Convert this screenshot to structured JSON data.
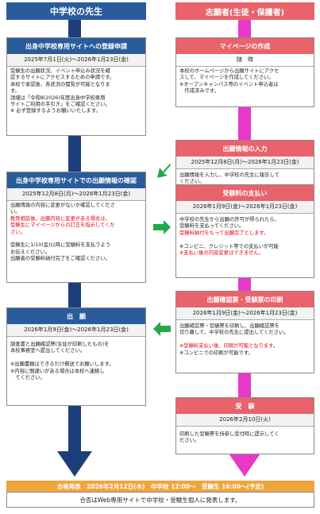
{
  "headers": {
    "left": "中学校の先生",
    "right": "志願者(生徒・保護者)"
  },
  "left": [
    {
      "title": "出身中学校専用サイトへの登録申請",
      "date": "2025年7月1日(火)～2026年1月23日(金)",
      "lines": [
        {
          "text": "受験生の出願状況、イベント申込み状況を確",
          "red": false
        },
        {
          "text": "認するサイトにアクセスするための申請です。",
          "red": false
        },
        {
          "text": "本校で承認後、各状況の閲覧が可能となりま",
          "red": false
        },
        {
          "text": "す。",
          "red": false
        },
        {
          "text": "詳細は「令和8(2026)年度出身中学校専用",
          "red": false
        },
        {
          "text": "サイトご利用の手引き」をご確認ください。",
          "red": false
        },
        {
          "text": "※ 必ず登録するようお願いいたします。",
          "red": false
        }
      ]
    },
    {
      "title": "出身中学校専用サイトでの出願情報の確認",
      "date": "2025年12月8日(月)～2026年1月23日(金)",
      "lines": [
        {
          "text": "出願情報の内容に変更がないか確認してくださ",
          "red": false
        },
        {
          "text": "い。",
          "red": false
        },
        {
          "text": "教育相談後、出願内容に変更がある場合は、",
          "red": true
        },
        {
          "text": "受験生にマイページからの訂正を指示してくだ",
          "red": true
        },
        {
          "text": "さい。",
          "red": true
        },
        {
          "text": "",
          "red": false
        },
        {
          "text": "受験生に1/10(金)以降に受験料を支払うよう",
          "red": false
        },
        {
          "text": "お伝えください。",
          "red": false
        },
        {
          "text": "出願者の受験料納付完了をご確認ください。",
          "red": false
        }
      ]
    },
    {
      "title": "出　願",
      "date": "2026年1月9日(金)～2026年1月23日(金)",
      "lines": [
        {
          "text": "調査書と出願確認票(生徒が印刷したもの)を",
          "red": false
        },
        {
          "text": "本校事務室へ提出してください。",
          "red": false
        },
        {
          "text": "",
          "red": false
        },
        {
          "text": "※出願書類はできるだけ郵送でお願いします。",
          "red": false
        },
        {
          "text": "※内容に間違いがある場合は本校へ連絡し",
          "red": false
        },
        {
          "text": "　てください。",
          "red": false
        }
      ]
    }
  ],
  "right": [
    {
      "title": "マイページの作成",
      "date": "随　時",
      "lines": [
        {
          "text": "本校のホームページから出願サイトにアクセ",
          "red": false
        },
        {
          "text": "スして、マイページを作成してください。",
          "red": false
        },
        {
          "text": "※オープンキャンパス等のイベント申込者は",
          "red": false
        },
        {
          "text": "　作成済みです。",
          "red": false
        }
      ]
    },
    {
      "title": "出願情報の入力",
      "date": "2025年12月8日(月)～2026年1月23日(金)",
      "lines": [
        {
          "text": "出願情報を入力し、中学校の先生に報告して",
          "red": false
        },
        {
          "text": "ください。",
          "red": false
        }
      ]
    },
    {
      "title": "受験料の支払い",
      "date": "2026年1月9日(金)～2026年1月23日(金)",
      "lines": [
        {
          "text": "中学校の先生から出願の許可が得られたら、",
          "red": false
        },
        {
          "text": "受験料を支払ってください。",
          "red": false
        },
        {
          "text": "受験料納付をもって出願完了とします。",
          "red": true
        },
        {
          "text": "",
          "red": false
        },
        {
          "text": "※コンビニ、クレジット等での支払いが可能",
          "red": false
        },
        {
          "text": "※支払い後の内容変更はできません。",
          "red": true
        }
      ]
    },
    {
      "title": "出願確認票・受験票の印刷",
      "date": "2026年1月9日(金)～2026年1月23日(金)",
      "lines": [
        {
          "text": "出願確認票・受験票を印刷し、出願確認票を",
          "red": false
        },
        {
          "text": "切り離して、中学校の先生に提出してください。",
          "red": false
        },
        {
          "text": "",
          "red": false
        },
        {
          "text": "※受験料支払い後、印刷が可能となります。",
          "red": true
        },
        {
          "text": "※コンビニでの印刷が可能です。",
          "red": false
        }
      ]
    },
    {
      "title": "受　験",
      "date": "2026年2月10日(火)",
      "lines": [
        {
          "text": "印刷した受験票を持参し受付時に提示してく",
          "red": false
        },
        {
          "text": "ださい。",
          "red": false
        }
      ]
    }
  ],
  "final": {
    "title": "合格発表　2026年2月12日(木)　中学校 12:00～　受験生 16:00～(予定)",
    "body": "合否はWeb専用サイトで中学校・受験生個人に発表します。"
  },
  "colors": {
    "blue": "#2a5c9c",
    "red": "#e8636b",
    "magenta": "#e838c8",
    "navy": "#1c3f7a",
    "green": "#22a94a",
    "orange": "#f0a53c"
  }
}
